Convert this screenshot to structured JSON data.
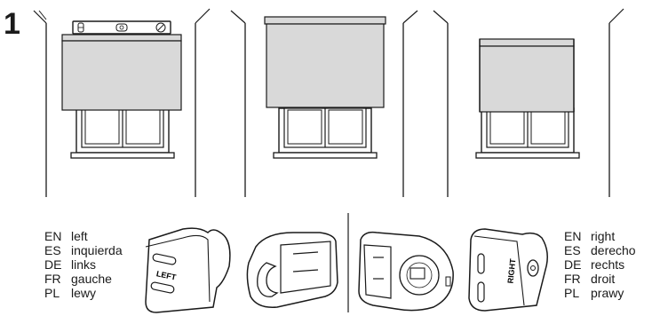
{
  "step_number": "1",
  "level_icons": [
    "bubble-vial-icon",
    "bubble-vial-icon",
    "bubble-vial-icon"
  ],
  "left_bracket_text": "LEFT",
  "right_bracket_text": "RIGHT",
  "left_languages": [
    {
      "code": "EN",
      "word": "left"
    },
    {
      "code": "ES",
      "word": "inquierda"
    },
    {
      "code": "DE",
      "word": "links"
    },
    {
      "code": "FR",
      "word": "gauche"
    },
    {
      "code": "PL",
      "word": "lewy"
    }
  ],
  "right_languages": [
    {
      "code": "EN",
      "word": "right"
    },
    {
      "code": "ES",
      "word": "derecho"
    },
    {
      "code": "DE",
      "word": "rechts"
    },
    {
      "code": "FR",
      "word": "droit"
    },
    {
      "code": "PL",
      "word": "prawy"
    }
  ],
  "colors": {
    "line": "#1a1a1a",
    "blind": "#d9d9d9",
    "blind_dark": "#bfbfbf"
  }
}
